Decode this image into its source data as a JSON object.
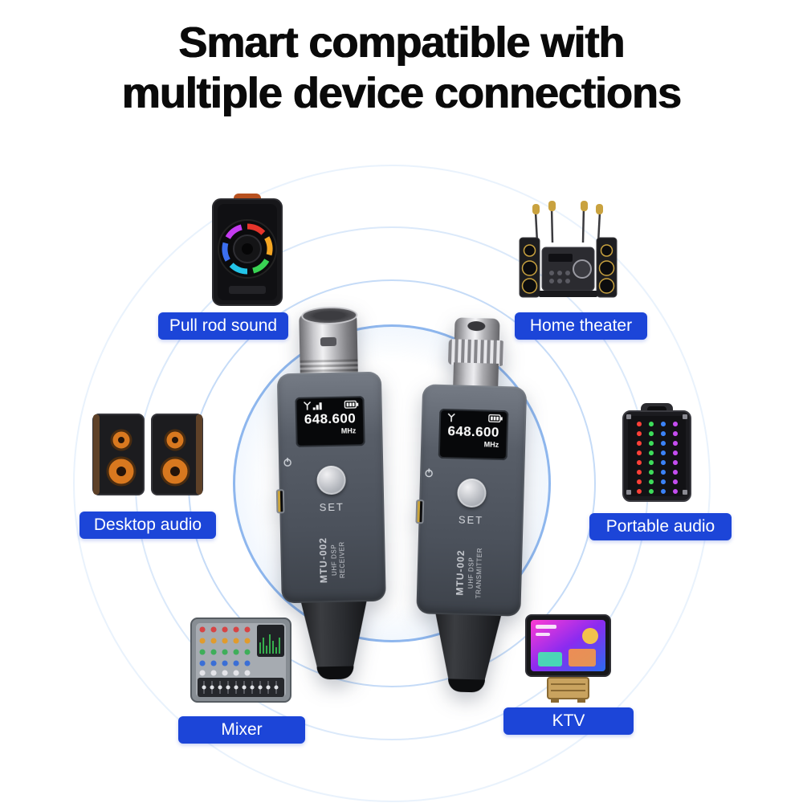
{
  "title": {
    "line1": "Smart compatible with",
    "line2": "multiple device connections"
  },
  "center_units": {
    "receiver": {
      "frequency": "648.600",
      "frequency_unit": "MHz",
      "button": "SET",
      "model": "MTU-002",
      "type_line1": "UHF DSP",
      "type_line2": "RECEIVER"
    },
    "transmitter": {
      "frequency": "648.600",
      "frequency_unit": "MHz",
      "button": "SET",
      "model": "MTU-002",
      "type_line1": "UHF DSP",
      "type_line2": "TRANSMITTER"
    }
  },
  "connected_devices": [
    {
      "id": "pull-rod-sound",
      "label": "Pull rod sound"
    },
    {
      "id": "home-theater",
      "label": "Home theater"
    },
    {
      "id": "desktop-audio",
      "label": "Desktop audio"
    },
    {
      "id": "portable-audio",
      "label": "Portable audio"
    },
    {
      "id": "mixer",
      "label": "Mixer"
    },
    {
      "id": "ktv",
      "label": "KTV"
    }
  ],
  "icons": {
    "screen_left": "antenna-signal-icon",
    "screen_right": "battery-icon",
    "body_side": "power-icon"
  },
  "colors": {
    "label_background": "#1c45d8",
    "label_text": "#ffffff",
    "title_text": "#0a0a0a",
    "ring_blue": "#7dacdb",
    "device_body": "#565c66",
    "screen_background": "#07080a",
    "screen_text": "#ffffff"
  }
}
